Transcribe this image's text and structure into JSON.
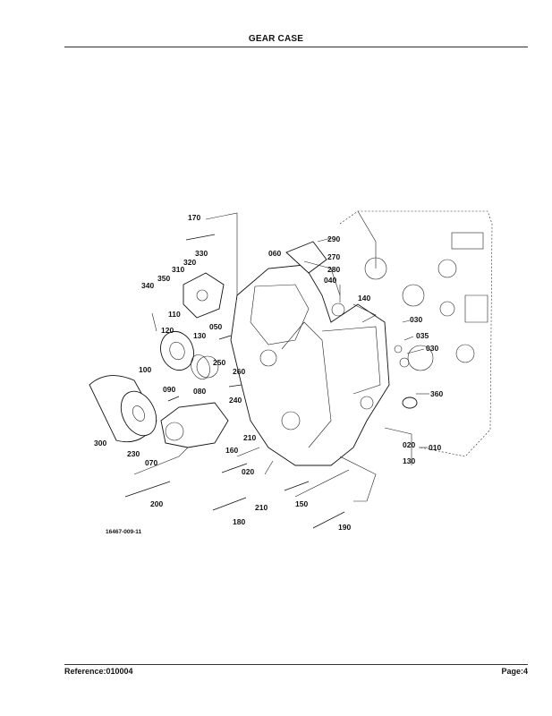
{
  "page": {
    "title": "GEAR CASE",
    "reference": "Reference:010004",
    "page_number": "Page:4"
  },
  "figure": {
    "code": "16467-009-11",
    "callouts": [
      "170",
      "330",
      "320",
      "310",
      "350",
      "340",
      "110",
      "120",
      "130",
      "100",
      "050",
      "250",
      "260",
      "240",
      "090",
      "080",
      "300",
      "230",
      "070",
      "200",
      "160",
      "210",
      "020",
      "180",
      "210",
      "150",
      "190",
      "290",
      "060",
      "270",
      "280",
      "040",
      "140",
      "030",
      "035",
      "030",
      "360",
      "020",
      "010",
      "130"
    ]
  }
}
